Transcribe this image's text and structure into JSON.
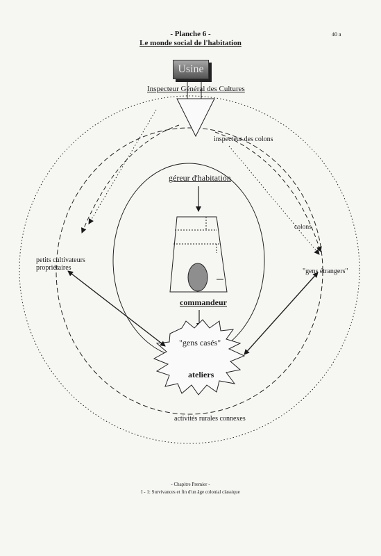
{
  "header": {
    "title": "- Planche 6 -",
    "subtitle": "Le monde social de l'habitation",
    "page_number": "40 a"
  },
  "diagram": {
    "usine": "Usine",
    "inspecteur": "Inspecteur Général des Cultures",
    "inspecteur_colons": "inspecteur des colons",
    "gerant": "géreur d'habitation",
    "colons": "colons",
    "petits_line1": "petits cultivateurs",
    "petits_line2": "propriétaires",
    "gens_etrangers": "\"gens étrangers\"",
    "commandeur": "commandeur",
    "gens_cases": "\"gens casés\"",
    "ateliers": "ateliers",
    "activites": "activités rurales connexes"
  },
  "footer": {
    "line1": "- Chapitre Premier -",
    "line2": "I - 1: Survivances et fin d'un âge colonial classique"
  }
}
